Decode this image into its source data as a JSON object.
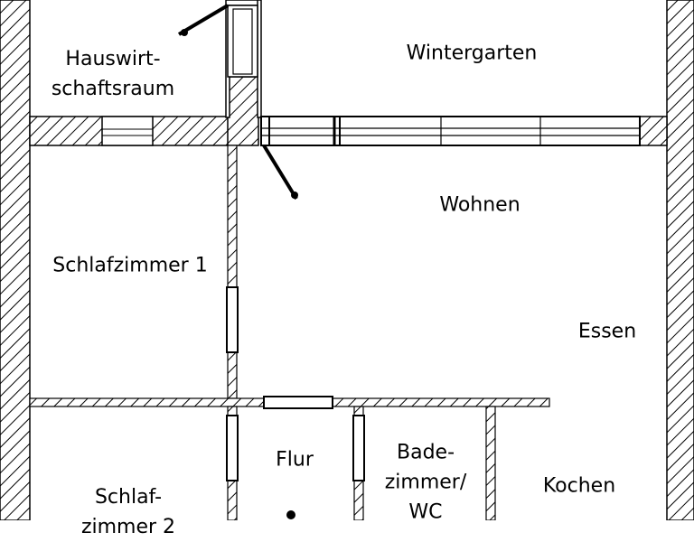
{
  "rooms": {
    "hauswirtschaftsraum": "Hauswirt-\nschaftsraum",
    "wintergarten": "Wintergarten",
    "wohnen": "Wohnen",
    "schlafzimmer_1": "Schlafzimmer 1",
    "essen": "Essen",
    "flur": "Flur",
    "badezimmer_wc": "Bade-\nzimmer/\nWC",
    "kochen": "Kochen",
    "schlafzimmer_2": "Schlaf-\nzimmer 2"
  },
  "colors": {
    "wall_hatch": "#000000",
    "background": "#ffffff"
  }
}
